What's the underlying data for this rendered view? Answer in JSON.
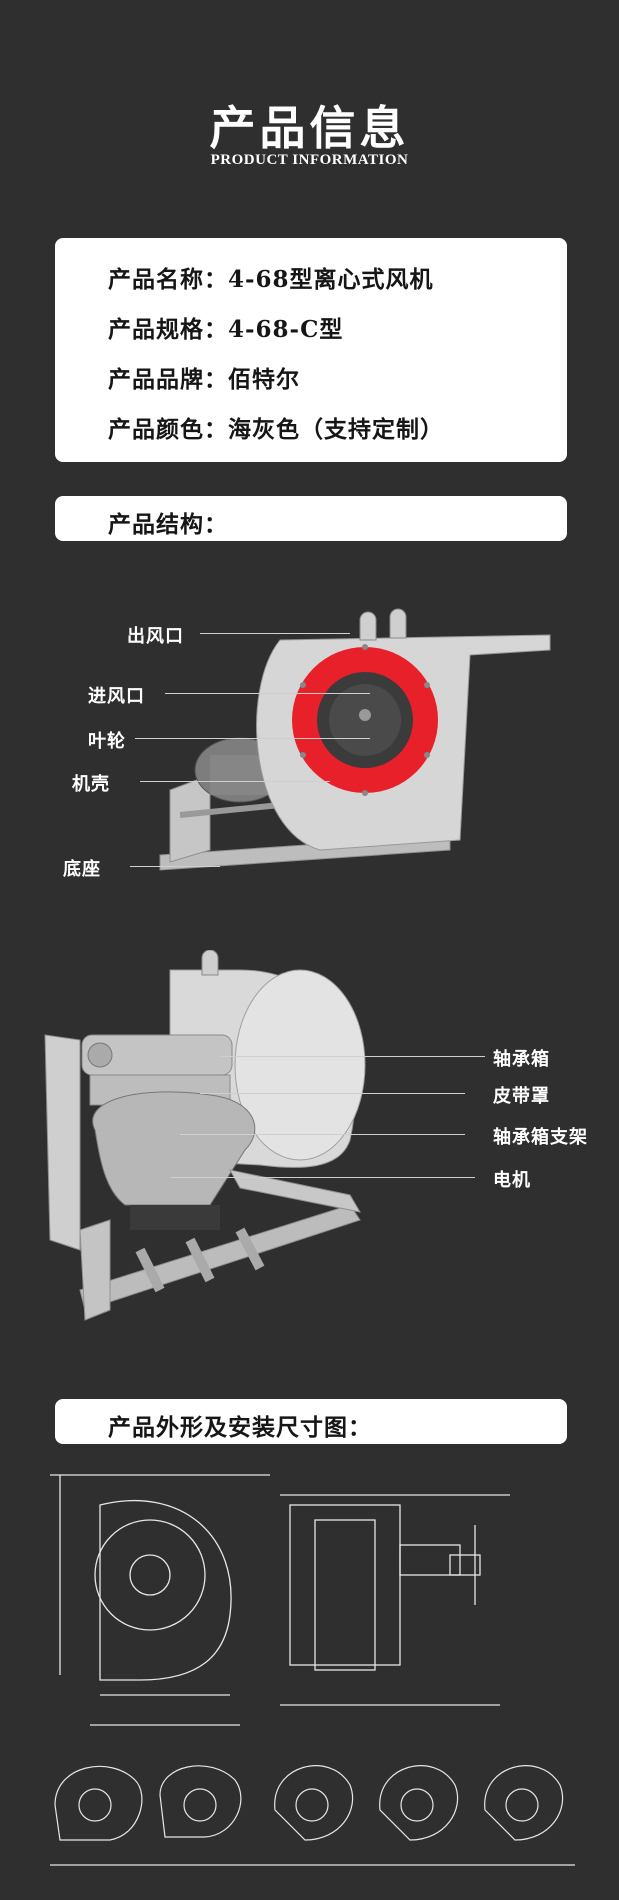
{
  "header": {
    "title": "产品信息",
    "subtitle": "PRODUCT INFORMATION"
  },
  "info": {
    "rows": [
      "产品名称：4-68型离心式风机",
      "产品规格：4-68-C型",
      "产品品牌：佰特尔",
      "产品颜色：海灰色（支持定制）"
    ]
  },
  "structure": {
    "heading": "产品结构：",
    "callouts_1": [
      "出风口",
      "进风口",
      "叶轮",
      "机壳",
      "底座"
    ],
    "callouts_2": [
      "轴承箱",
      "皮带罩",
      "轴承箱支架",
      "电机"
    ]
  },
  "dimensions": {
    "heading": "产品外形及安装尺寸图："
  },
  "colors": {
    "background": "#2f2f2f",
    "card": "#ffffff",
    "housing": "#cfcfcf",
    "inlet_ring": "#e8202a"
  }
}
